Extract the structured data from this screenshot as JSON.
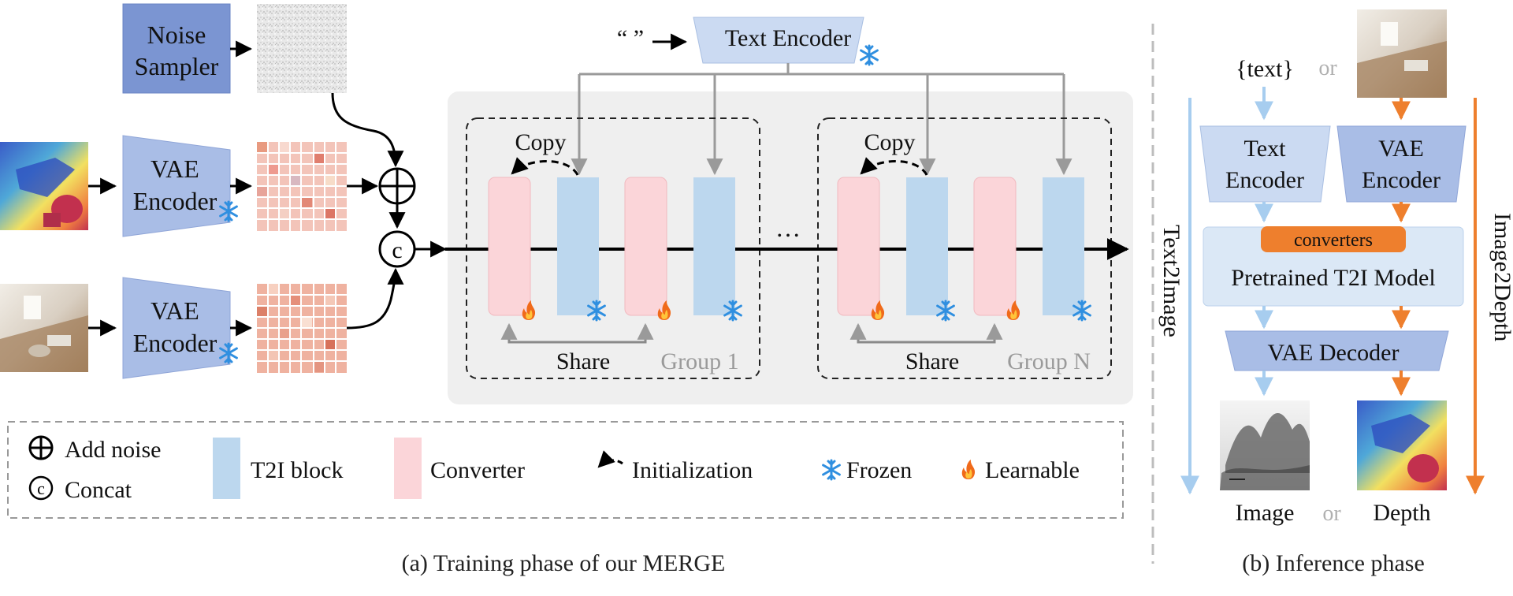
{
  "training": {
    "noise_sampler": "Noise Sampler",
    "vae_encoder": "VAE Encoder",
    "text_encoder": "Text Encoder",
    "empty_prompt": "“ ”",
    "copy": "Copy",
    "share": "Share",
    "group1": "Group 1",
    "groupN": "Group N",
    "ellipsis": "…",
    "caption": "(a) Training phase of our MERGE"
  },
  "legend": {
    "add_noise": "Add noise",
    "concat": "Concat",
    "t2i_block": "T2I block",
    "converter": "Converter",
    "initialization": "Initialization",
    "frozen": "Frozen",
    "learnable": "Learnable"
  },
  "inference": {
    "text_input": "{text}",
    "or": "or",
    "text_encoder": "Text Encoder",
    "vae_encoder": "VAE Encoder",
    "converters": "converters",
    "pretrained": "Pretrained T2I Model",
    "vae_decoder": "VAE Decoder",
    "image": "Image",
    "depth": "Depth",
    "text2image": "Text2Image",
    "image2depth": "Image2Depth",
    "caption": "(b) Inference phase"
  },
  "colors": {
    "t2i_block": "#bcd7ee",
    "converter": "#fbd5d9",
    "encoder": "#a9bde6",
    "frozen": "#2f8fe0",
    "learnable": "#f06a1a",
    "text2image_flow": "#a7cdef",
    "image2depth_flow": "#ee7f2d"
  }
}
